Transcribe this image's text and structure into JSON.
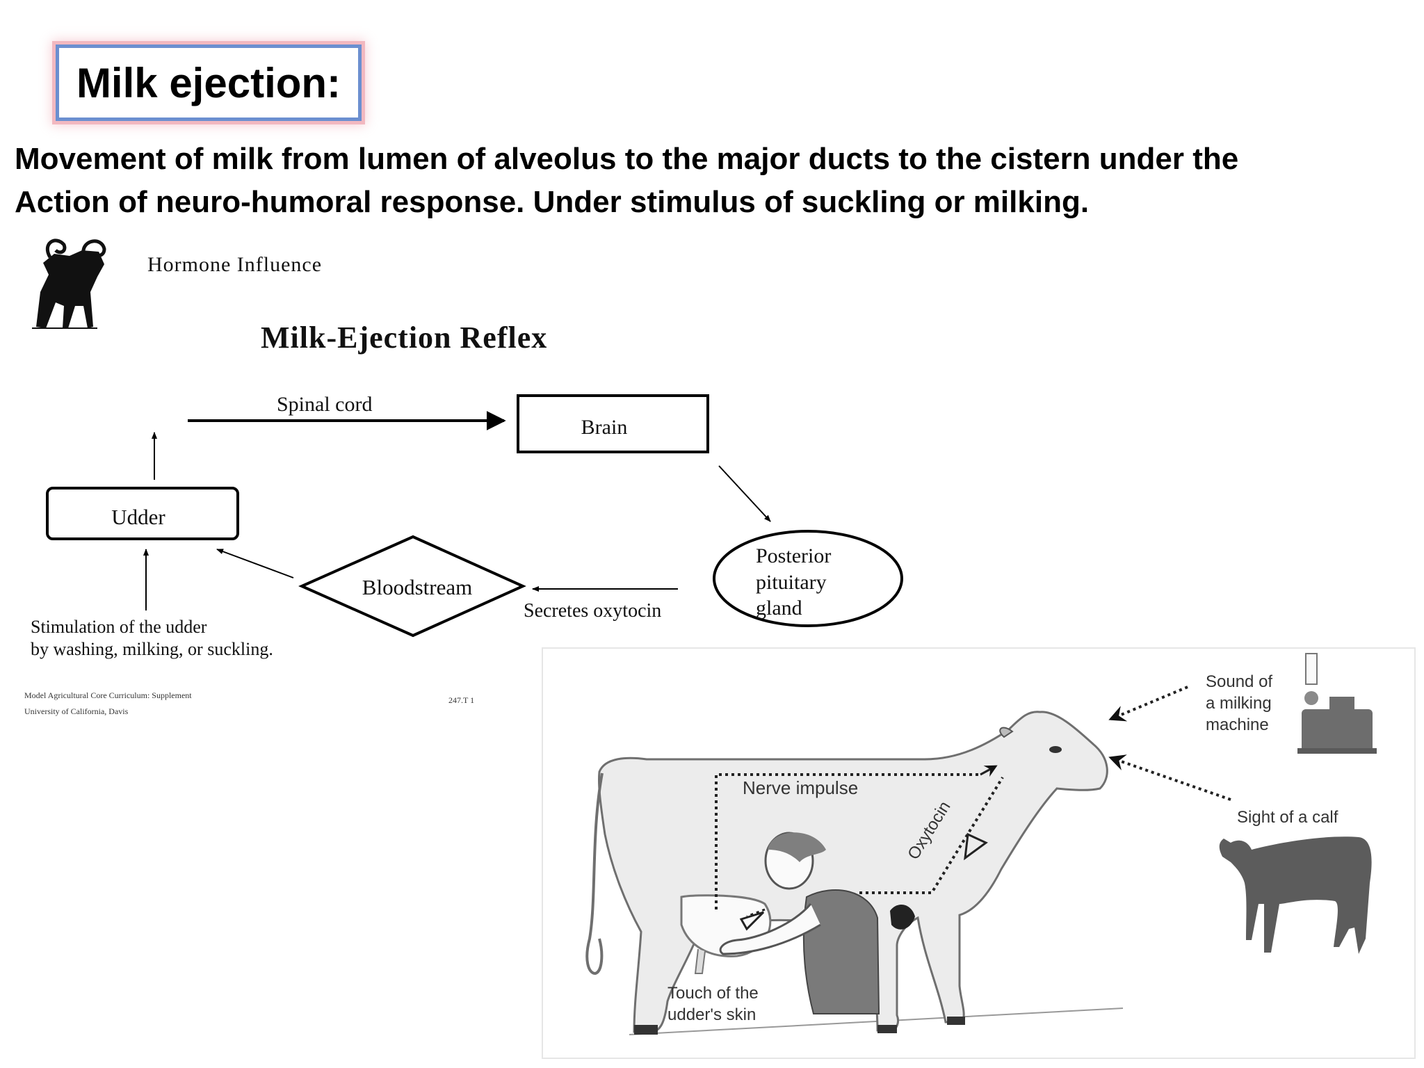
{
  "title": "Milk ejection:",
  "definition": {
    "line1": "Movement of milk from lumen of alveolus to the major ducts to the cistern under the",
    "line2": "Action of neuro-humoral response. Under stimulus of suckling or milking."
  },
  "reflex_diagram": {
    "header": "Hormone Influence",
    "title": "Milk-Ejection Reflex",
    "edge_spinal_cord": "Spinal cord",
    "node_brain": "Brain",
    "node_udder": "Udder",
    "node_pituitary": [
      "Posterior",
      "pituitary",
      "gland"
    ],
    "node_bloodstream": "Bloodstream",
    "edge_oxytocin": "Secretes oxytocin",
    "stimulation": [
      "Stimulation of the udder",
      "by washing, milking, or suckling."
    ],
    "footer_left": [
      "Model Agricultural Core Curriculum:  Supplement",
      "University of California, Davis"
    ],
    "footer_right": "247.T 1"
  },
  "cow_illustration": {
    "sound_label": [
      "Sound of",
      "a milking",
      "machine"
    ],
    "sight_label": "Sight of a calf",
    "nerve_label": "Nerve impulse",
    "oxytocin_label": "Oxytocin",
    "touch_label": [
      "Touch of the",
      "udder's skin"
    ]
  }
}
